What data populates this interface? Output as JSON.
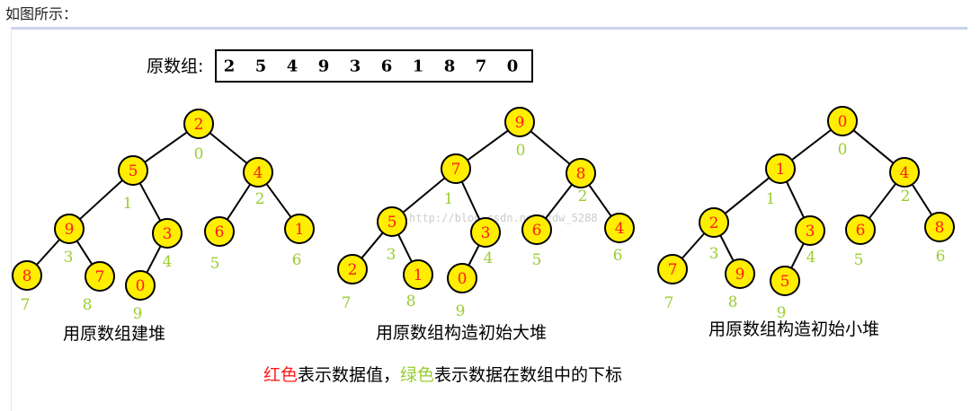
{
  "intro": "如图所示：",
  "array_label": "原数组:",
  "array_values": [
    "2",
    "5",
    "4",
    "9",
    "3",
    "6",
    "1",
    "8",
    "7",
    "0"
  ],
  "watermark": "http://blog.csdn.net/zdw_5288",
  "trees": [
    {
      "title": "用原数组建堆",
      "nodes": [
        "2",
        "5",
        "4",
        "9",
        "3",
        "6",
        "1",
        "8",
        "7",
        "0"
      ]
    },
    {
      "title": "用原数组构造初始大堆",
      "nodes": [
        "9",
        "7",
        "8",
        "5",
        "3",
        "6",
        "4",
        "2",
        "1",
        "0"
      ]
    },
    {
      "title": "用原数组构造初始小堆",
      "nodes": [
        "0",
        "1",
        "4",
        "2",
        "3",
        "6",
        "8",
        "7",
        "9",
        "5"
      ]
    }
  ],
  "legend": {
    "part1_red": "红色",
    "part2": "表示数据值，",
    "part3_green": "绿色",
    "part4": "表示数据在数组中的下标"
  },
  "colors": {
    "value": "#ff1a1a",
    "index": "#9acd32",
    "node_fill": "#ffee00"
  }
}
